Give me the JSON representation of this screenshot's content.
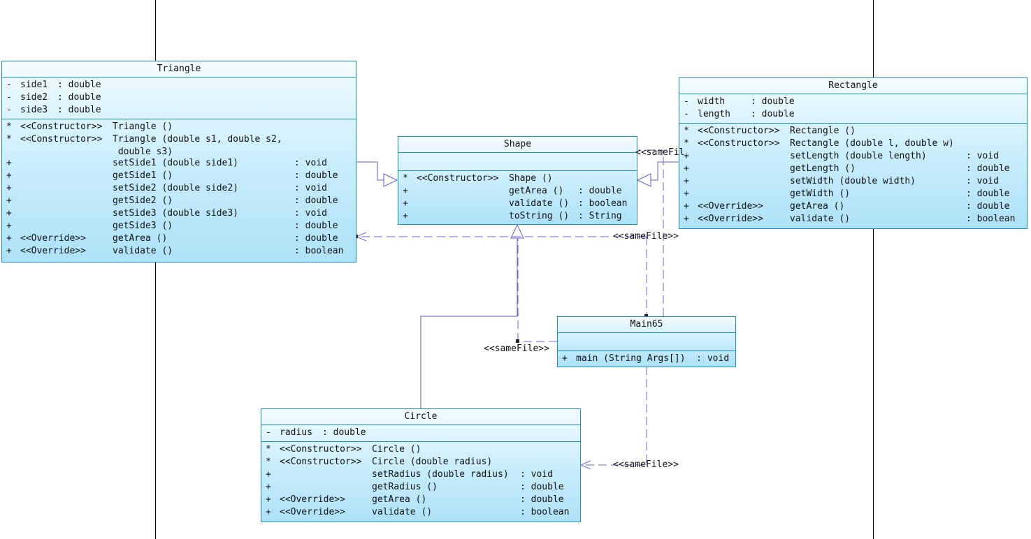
{
  "diagram": {
    "relation_label": "<<sameFile>>",
    "relation_label_cut": "<<sameFil",
    "classes": {
      "triangle": {
        "name": "Triangle",
        "fields": [
          {
            "vis": "-",
            "name": "side1",
            "type": ": double"
          },
          {
            "vis": "-",
            "name": "side2",
            "type": ": double"
          },
          {
            "vis": "-",
            "name": "side3",
            "type": ": double"
          }
        ],
        "methods": [
          {
            "vis": "*",
            "stereo": "<<Constructor>>",
            "sig": "Triangle ()",
            "ret": ""
          },
          {
            "vis": "*",
            "stereo": "<<Constructor>>",
            "sig": "Triangle (double s1, double s2,\n double s3)",
            "ret": ""
          },
          {
            "vis": "+",
            "stereo": "",
            "sig": "setSide1 (double side1)",
            "ret": ": void"
          },
          {
            "vis": "+",
            "stereo": "",
            "sig": "getSide1 ()",
            "ret": ": double"
          },
          {
            "vis": "+",
            "stereo": "",
            "sig": "setSide2 (double side2)",
            "ret": ": void"
          },
          {
            "vis": "+",
            "stereo": "",
            "sig": "getSide2 ()",
            "ret": ": double"
          },
          {
            "vis": "+",
            "stereo": "",
            "sig": "setSide3 (double side3)",
            "ret": ": void"
          },
          {
            "vis": "+",
            "stereo": "",
            "sig": "getSide3 ()",
            "ret": ": double"
          },
          {
            "vis": "+",
            "stereo": "<<Override>>",
            "sig": "getArea ()",
            "ret": ": double"
          },
          {
            "vis": "+",
            "stereo": "<<Override>>",
            "sig": "validate ()",
            "ret": ": boolean"
          }
        ]
      },
      "shape": {
        "name": "Shape",
        "fields": [],
        "methods": [
          {
            "vis": "*",
            "stereo": "<<Constructor>>",
            "sig": "Shape ()",
            "ret": ""
          },
          {
            "vis": "+",
            "stereo": "",
            "sig": "getArea ()",
            "ret": ": double"
          },
          {
            "vis": "+",
            "stereo": "",
            "sig": "validate ()",
            "ret": ": boolean"
          },
          {
            "vis": "+",
            "stereo": "",
            "sig": "toString ()",
            "ret": ": String"
          }
        ]
      },
      "rectangle": {
        "name": "Rectangle",
        "fields": [
          {
            "vis": "-",
            "name": "width",
            "type": ": double"
          },
          {
            "vis": "-",
            "name": "length",
            "type": ": double"
          }
        ],
        "methods": [
          {
            "vis": "*",
            "stereo": "<<Constructor>>",
            "sig": "Rectangle ()",
            "ret": ""
          },
          {
            "vis": "*",
            "stereo": "<<Constructor>>",
            "sig": "Rectangle (double l, double w)",
            "ret": ""
          },
          {
            "vis": "+",
            "stereo": "",
            "sig": "setLength (double length)",
            "ret": ": void"
          },
          {
            "vis": "+",
            "stereo": "",
            "sig": "getLength ()",
            "ret": ": double"
          },
          {
            "vis": "+",
            "stereo": "",
            "sig": "setWidth (double width)",
            "ret": ": void"
          },
          {
            "vis": "+",
            "stereo": "",
            "sig": "getWidth ()",
            "ret": ": double"
          },
          {
            "vis": "+",
            "stereo": "<<Override>>",
            "sig": "getArea ()",
            "ret": ": double"
          },
          {
            "vis": "+",
            "stereo": "<<Override>>",
            "sig": "validate ()",
            "ret": ": boolean"
          }
        ]
      },
      "main65": {
        "name": "Main65",
        "fields": [],
        "methods": [
          {
            "vis": "+",
            "stereo": "",
            "sig": "main (String Args[])  : void",
            "ret": ""
          }
        ]
      },
      "circle": {
        "name": "Circle",
        "fields": [
          {
            "vis": "-",
            "name": "radius",
            "type": ": double"
          }
        ],
        "methods": [
          {
            "vis": "*",
            "stereo": "<<Constructor>>",
            "sig": "Circle ()",
            "ret": ""
          },
          {
            "vis": "*",
            "stereo": "<<Constructor>>",
            "sig": "Circle (double radius)",
            "ret": ""
          },
          {
            "vis": "+",
            "stereo": "",
            "sig": "setRadius (double radius)",
            "ret": ": void"
          },
          {
            "vis": "+",
            "stereo": "",
            "sig": "getRadius ()",
            "ret": ": double"
          },
          {
            "vis": "+",
            "stereo": "<<Override>>",
            "sig": "getArea ()",
            "ret": ": double"
          },
          {
            "vis": "+",
            "stereo": "<<Override>>",
            "sig": "validate ()",
            "ret": ": boolean"
          }
        ]
      }
    }
  }
}
